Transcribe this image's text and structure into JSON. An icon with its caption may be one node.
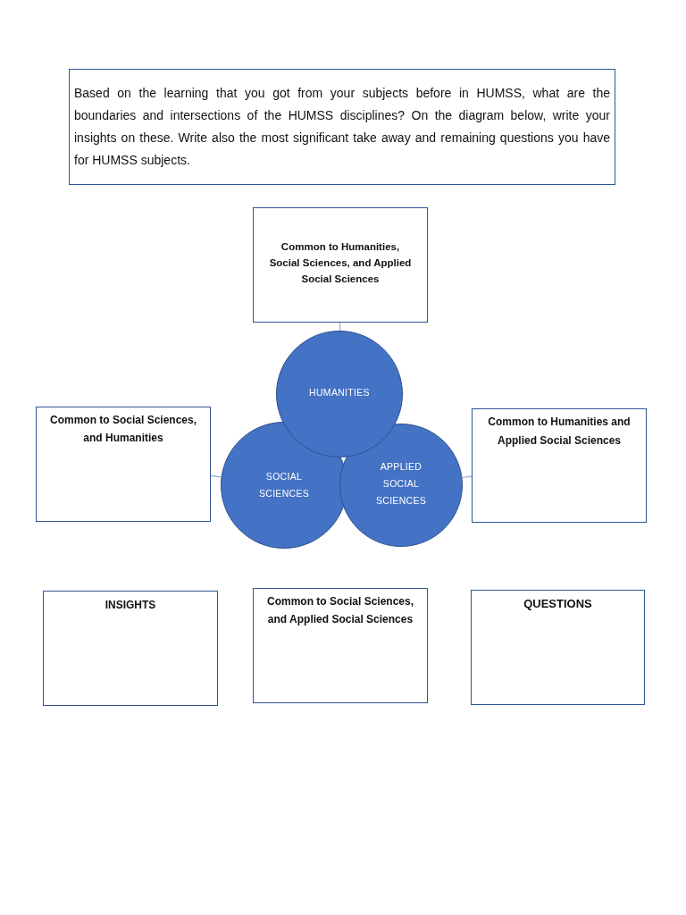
{
  "diagram": {
    "nodes": [
      {
        "text": [
          "Based on the learning that you got from your subjects before in HUMSS, what are the boundaries and intersections of the HUMSS disciplines? On the diagram below, write your insights on these. Write also the most significant take away and remaining questions you have for HUMSS subjects."
        ]
      },
      {
        "text": [
          "Common to Humanities, Social Sciences, and Applied Social Sciences"
        ]
      },
      {
        "text": [
          "HUMANITIES"
        ]
      },
      {
        "text": [
          "Common to Social Sciences, and Humanities"
        ]
      },
      {
        "text": [
          "SOCIAL SCIENCES"
        ]
      },
      {
        "text": [
          "APPLIED SOCIAL SCIENCES"
        ]
      },
      {
        "text": [
          "Common to Humanities and Applied Social Sciences"
        ]
      },
      {
        "text": [
          "INSIGHTS"
        ]
      },
      {
        "text": [
          "Common to Social Sciences, and Applied Social Sciences"
        ]
      },
      {
        "text": [
          "QUESTIONS"
        ]
      }
    ],
    "edges": [
      {
        "from": 1,
        "to": 2,
        "arrow": "none"
      },
      {
        "from": 3,
        "to": 4,
        "arrow": "none"
      },
      {
        "from": 6,
        "to": 5,
        "arrow": "none"
      }
    ]
  }
}
